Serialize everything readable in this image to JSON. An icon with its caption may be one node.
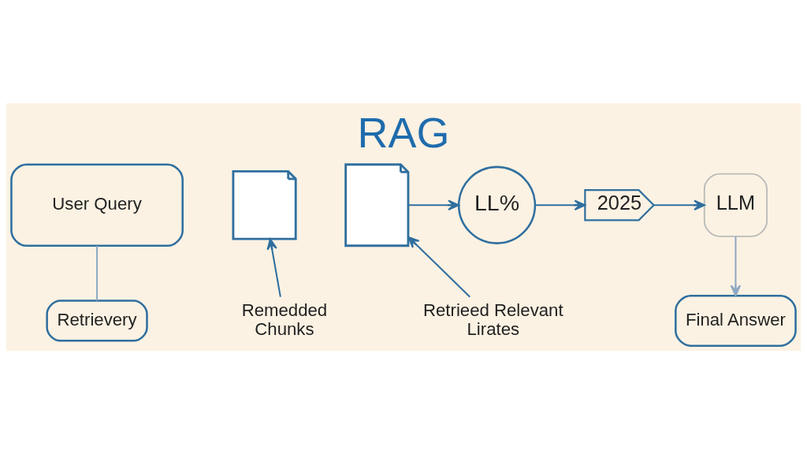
{
  "diagram": {
    "title": "RAG",
    "nodes": [
      {
        "text": [
          "User Query"
        ]
      },
      {
        "text": [
          "Retrievery"
        ]
      },
      {
        "text": [],
        "shape": "picture"
      },
      {
        "text": [
          "Remedded Chunks"
        ]
      },
      {
        "text": [],
        "shape": "picture"
      },
      {
        "text": [
          "Retrieed Relevant Lirates"
        ]
      },
      {
        "text": [
          "LL%"
        ]
      },
      {
        "text": [
          "2025"
        ]
      },
      {
        "text": [
          "LLM"
        ]
      },
      {
        "text": [
          "Final Answer"
        ]
      }
    ],
    "edges": [
      {
        "from": 0,
        "to": 1,
        "arrow": "none",
        "color": "#8fa9c2"
      },
      {
        "from": 3,
        "to": 2,
        "arrow": "to"
      },
      {
        "from": 5,
        "to": 4,
        "arrow": "to"
      },
      {
        "from": 4,
        "to": 6,
        "arrow": "to"
      },
      {
        "from": 6,
        "to": 7,
        "arrow": "to"
      },
      {
        "from": 7,
        "to": 8,
        "arrow": "to"
      },
      {
        "from": 8,
        "to": 9,
        "arrow": "to",
        "color": "#8fa9c2"
      }
    ]
  }
}
